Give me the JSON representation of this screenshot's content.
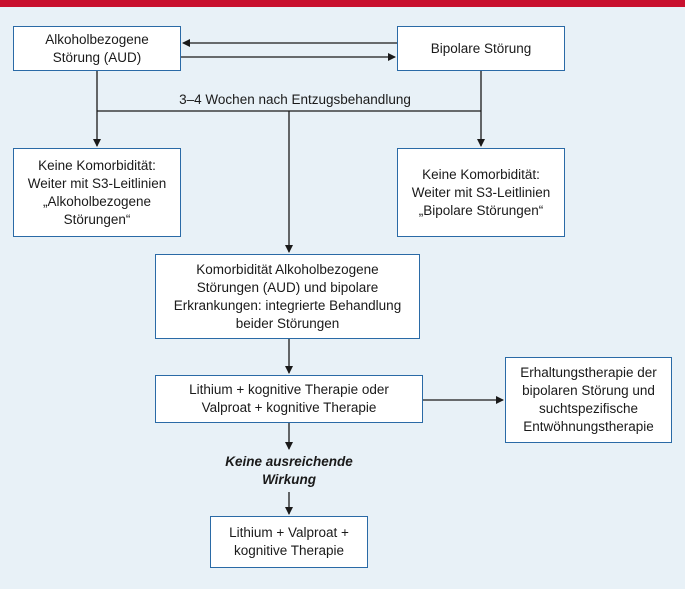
{
  "colors": {
    "accent_bar": "#c8102e",
    "box_border": "#2a6aa6",
    "background": "#e8f1f7",
    "line": "#1a1a1a"
  },
  "boxes": {
    "aud": "Alkoholbezogene\nStörung (AUD)",
    "bipolar": "Bipolare Störung",
    "no_comorbidity_aud": "Keine Komorbidität:\nWeiter mit S3-Leitlinien\n„Alkoholbezogene\nStörungen“",
    "no_comorbidity_bipolar": "Keine Komorbidität:\nWeiter mit S3-Leitlinien\n„Bipolare Störungen“",
    "comorbidity": "Komorbidität Alkoholbezogene\nStörungen (AUD) und bipolare\nErkrankungen: integrierte Behandlung\nbeider Störungen",
    "lithium_valproat_choice": "Lithium + kognitive Therapie oder\nValproat + kognitive Therapie",
    "maintenance": "Erhaltungstherapie der\nbipolaren Störung und\nsuchtspezifische\nEntwöhnungstherapie",
    "combination": "Lithium + Valproat +\nkognitive Therapie"
  },
  "labels": {
    "timing": "3–4 Wochen nach Entzugsbehandlung",
    "insufficient_effect": "Keine ausreichende\nWirkung"
  }
}
